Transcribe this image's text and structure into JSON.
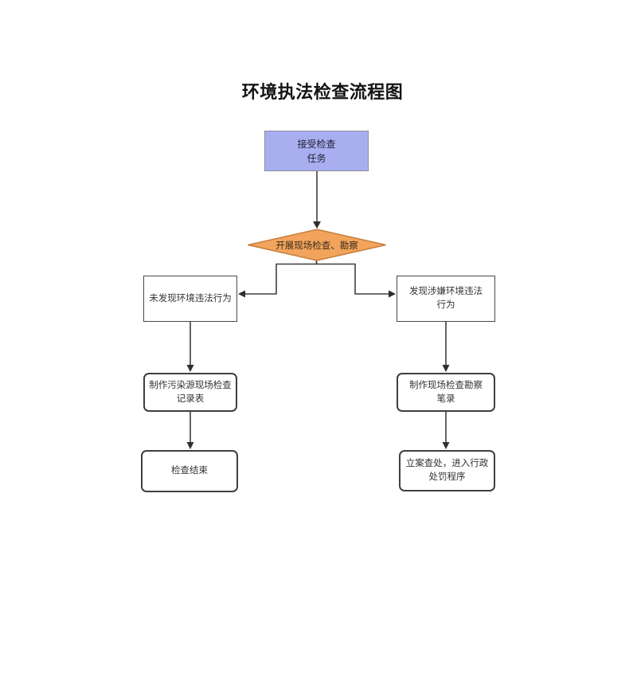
{
  "title": "环境执法检查流程图",
  "flowchart": {
    "nodes": {
      "start": {
        "lines": [
          "接受检查",
          "任务"
        ],
        "fill": "#a9aef0",
        "border": "#8e8e9a"
      },
      "decision": {
        "label": "开展现场检查、勘察",
        "fill": "#f2a45c",
        "border": "#c87d3e"
      },
      "no_violation_found": {
        "lines": [
          "未发现环境违法行为"
        ]
      },
      "violation_suspected": {
        "lines": [
          "发现涉嫌环境违法",
          "行为"
        ]
      },
      "pollution_inspection_form": {
        "lines": [
          "制作污染源现场检查",
          "记录表"
        ]
      },
      "inspection_survey_notes": {
        "lines": [
          "制作现场检查勘察",
          "笔录"
        ]
      },
      "inspection_end": {
        "lines": [
          "检查结束"
        ]
      },
      "case_filing": {
        "lines": [
          "立案查处，进入行政",
          "处罚程序"
        ]
      }
    },
    "colors": {
      "connector_line": "#3f3f3f",
      "arrowhead": "#2e2e2e",
      "box_border": "#4a4a4a",
      "text": "#333333",
      "background": "#ffffff"
    }
  }
}
